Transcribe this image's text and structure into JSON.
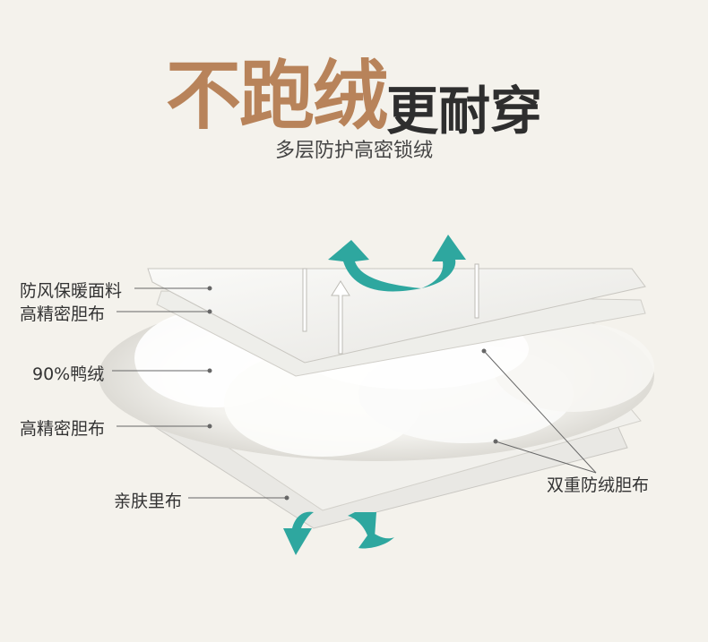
{
  "headline": {
    "accent": "不跑绒",
    "main": "更耐穿"
  },
  "subhead": "多层防护高密锁绒",
  "layers": {
    "windproof": "防风保暖面料",
    "dense_top": "高精密胆布",
    "down": "90%鸭绒",
    "dense_bottom": "高精密胆布",
    "lining": "亲肤里布",
    "double": "双重防绒胆布"
  },
  "colors": {
    "accent": "#b8835a",
    "arrow": "#2ea79f",
    "background": "#f4f2ec"
  }
}
